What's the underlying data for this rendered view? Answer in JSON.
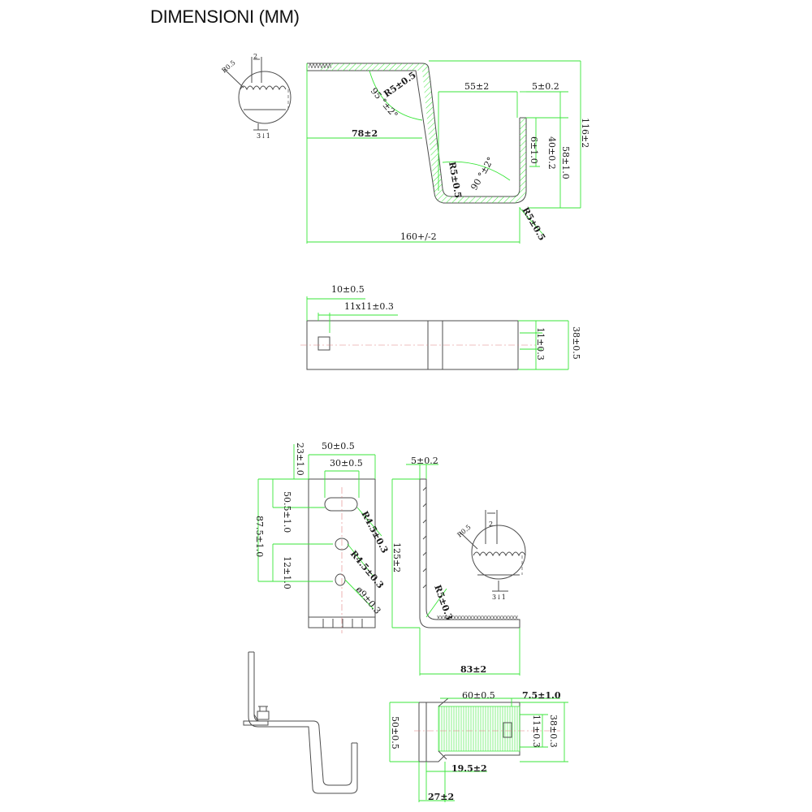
{
  "title": "DIMENSIONI (MM)",
  "colors": {
    "dimension_line": "#39e639",
    "outline": "#4d4d4d",
    "hatch": "#39e639"
  },
  "view1": {
    "d_top": "55±2",
    "d_right_top": "5±0.2",
    "d_height": "116±2",
    "d_78": "78±2",
    "d_6": "6±1.0",
    "d_40": "40±0.2",
    "d_58": "58±1.0",
    "r5_a": "R5±0.5",
    "r5_b": "R5±0.5",
    "r5_c": "R5±0.5",
    "angle_95": "95 °±2°",
    "angle_90": "90 °±2°",
    "d_160": "160+/-2"
  },
  "detail": {
    "d_2": "2",
    "d_05": "R0.5",
    "d_3": "3↓1"
  },
  "view2": {
    "d_10": "10±0.5",
    "d_11x11": "11x11±0.3",
    "d_11": "11±0.3",
    "d_38": "38±0.5"
  },
  "view3": {
    "d_23": "23±1.0",
    "d_50": "50±0.5",
    "d_30": "30±0.5",
    "d_505": "50.5±1.0",
    "d_875": "87.5±1.0",
    "d_12": "12±1.0",
    "r45_a": "R4.5±0.3",
    "r45_b": "R4.5±0.3",
    "phi9": "ø9±0.3"
  },
  "view4": {
    "d_5": "5±0.2",
    "d_125": "125±2",
    "r5": "R5±0.3",
    "d_83": "83±2"
  },
  "view5": {
    "d_60": "60±0.5",
    "d_75": "7.5±1.0",
    "d_50": "50±0.5",
    "d_11": "11±0.3",
    "d_38": "38±0.3",
    "d_195": "19.5±2",
    "d_27": "27±2"
  }
}
